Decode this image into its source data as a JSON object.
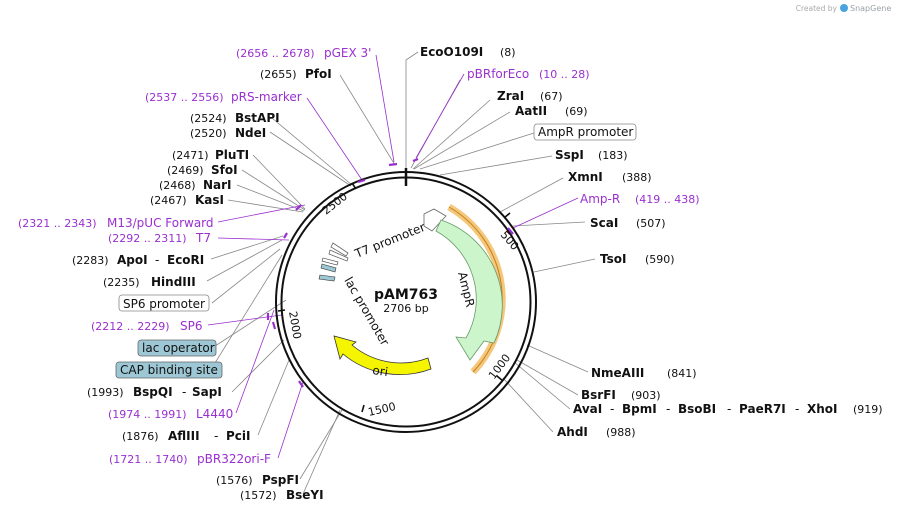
{
  "credit": {
    "prefix": "Created by",
    "brand": "SnapGene"
  },
  "plasmid": {
    "name": "pAM763",
    "size": "2706 bp"
  },
  "ruler": [
    "500",
    "1000",
    "1500",
    "2000",
    "2500"
  ],
  "features": {
    "t7_promoter": "T7 promoter",
    "ampr": "AmpR",
    "lac_promoter": "lac promoter",
    "ori": "ori"
  },
  "right_labels": [
    {
      "name": "EcoO109I",
      "pos": "(8)"
    },
    {
      "name": "pBRforEco",
      "pos": "(10 .. 28)"
    },
    {
      "name": "ZraI",
      "pos": "(67)"
    },
    {
      "name": "AatII",
      "pos": "(69)"
    },
    {
      "name": "AmpR promoter",
      "pos": ""
    },
    {
      "name": "SspI",
      "pos": "(183)"
    },
    {
      "name": "XmnI",
      "pos": "(388)"
    },
    {
      "name": "Amp-R",
      "pos": "(419 .. 438)"
    },
    {
      "name": "ScaI",
      "pos": "(507)"
    },
    {
      "name": "TsoI",
      "pos": "(590)"
    },
    {
      "name": "NmeAIII",
      "pos": "(841)"
    },
    {
      "name": "BsrFI",
      "pos": "(903)"
    },
    {
      "name": "AvaI",
      "pos": ""
    },
    {
      "name": "BpmI",
      "pos": ""
    },
    {
      "name": "BsoBI",
      "pos": ""
    },
    {
      "name": "PaeR7I",
      "pos": ""
    },
    {
      "name": "XhoI",
      "pos": "(919)"
    },
    {
      "name": "AhdI",
      "pos": "(988)"
    }
  ],
  "left_labels": [
    {
      "name": "pGEX 3'",
      "pos": "(2656 .. 2678)"
    },
    {
      "name": "PfoI",
      "pos": "(2655)"
    },
    {
      "name": "pRS-marker",
      "pos": "(2537 .. 2556)"
    },
    {
      "name": "BstAPI",
      "pos": "(2524)"
    },
    {
      "name": "NdeI",
      "pos": "(2520)"
    },
    {
      "name": "PluTI",
      "pos": "(2471)"
    },
    {
      "name": "SfoI",
      "pos": "(2469)"
    },
    {
      "name": "NarI",
      "pos": "(2468)"
    },
    {
      "name": "KasI",
      "pos": "(2467)"
    },
    {
      "name": "M13/pUC Forward",
      "pos": "(2321 .. 2343)"
    },
    {
      "name": "T7",
      "pos": "(2292 .. 2311)"
    },
    {
      "name": "ApoI",
      "pos": "(2283)"
    },
    {
      "name": "EcoRI",
      "pos": ""
    },
    {
      "name": "HindIII",
      "pos": "(2235)"
    },
    {
      "name": "SP6 promoter",
      "pos": ""
    },
    {
      "name": "SP6",
      "pos": "(2212 .. 2229)"
    },
    {
      "name": "lac operator",
      "pos": ""
    },
    {
      "name": "CAP binding site",
      "pos": ""
    },
    {
      "name": "BspQI",
      "pos": "(1993)"
    },
    {
      "name": "SapI",
      "pos": ""
    },
    {
      "name": "L4440",
      "pos": "(1974 .. 1991)"
    },
    {
      "name": "AflIII",
      "pos": "(1876)"
    },
    {
      "name": "PciI",
      "pos": ""
    },
    {
      "name": "pBR322ori-F",
      "pos": "(1721 .. 1740)"
    },
    {
      "name": "PspFI",
      "pos": "(1576)"
    },
    {
      "name": "BseYI",
      "pos": "(1572)"
    }
  ],
  "colors": {
    "ring": "#111111",
    "primer": "#9a2fd0",
    "leader": "#888888",
    "ampr_fill": "#ccf5cc",
    "ampr_stroke": "#6a9a6a",
    "ampr_highlight": "#f5c77a",
    "ori_fill": "#f5f500",
    "regulatory_fill": "#9dc7d5"
  }
}
